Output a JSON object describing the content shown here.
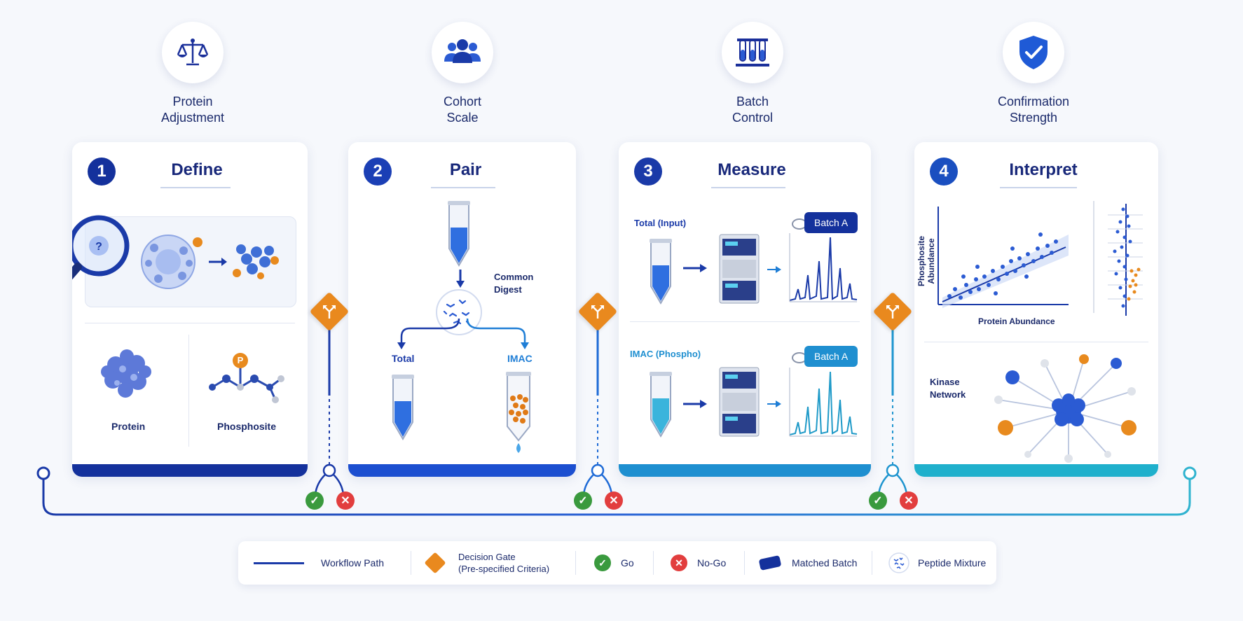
{
  "top": [
    {
      "label": "Protein\nAdjustment",
      "icon": "scales-icon"
    },
    {
      "label": "Cohort\nScale",
      "icon": "people-icon"
    },
    {
      "label": "Batch\nControl",
      "icon": "test-tubes-icon"
    },
    {
      "label": "Confirmation\nStrength",
      "icon": "shield-check-icon"
    }
  ],
  "steps": [
    {
      "number": "1",
      "title": "Define",
      "labels": {
        "protein": "Protein",
        "phosphosite": "Phosphosite"
      }
    },
    {
      "number": "2",
      "title": "Pair",
      "labels": {
        "digest": "Common\nDigest",
        "total": "Total",
        "imac": "IMAC"
      }
    },
    {
      "number": "3",
      "title": "Measure",
      "labels": {
        "total_input": "Total (Input)",
        "imac_phospho": "IMAC (Phospho)",
        "batch_top": "Batch A",
        "batch_bottom": "Batch A"
      }
    },
    {
      "number": "4",
      "title": "Interpret",
      "labels": {
        "y_axis": "Phosphosite Abundance",
        "x_axis": "Protein Abundance",
        "network": "Kinase\nNetwork"
      }
    }
  ],
  "phospho_badge": "P",
  "legend": {
    "workflow": "Workflow Path",
    "gate": "Decision Gate\n(Pre-specified Criteria)",
    "go": "Go",
    "nogo": "No-Go",
    "batch": "Matched Batch",
    "peptide": "Peptide Mixture"
  },
  "colors": {
    "card1": "#14319c",
    "card2": "#1c4fd0",
    "card3": "#1e8fd0",
    "card4": "#1fb0cc",
    "gate": "#e9891e",
    "go": "#3a9a3e",
    "nogo": "#e23e3e"
  }
}
